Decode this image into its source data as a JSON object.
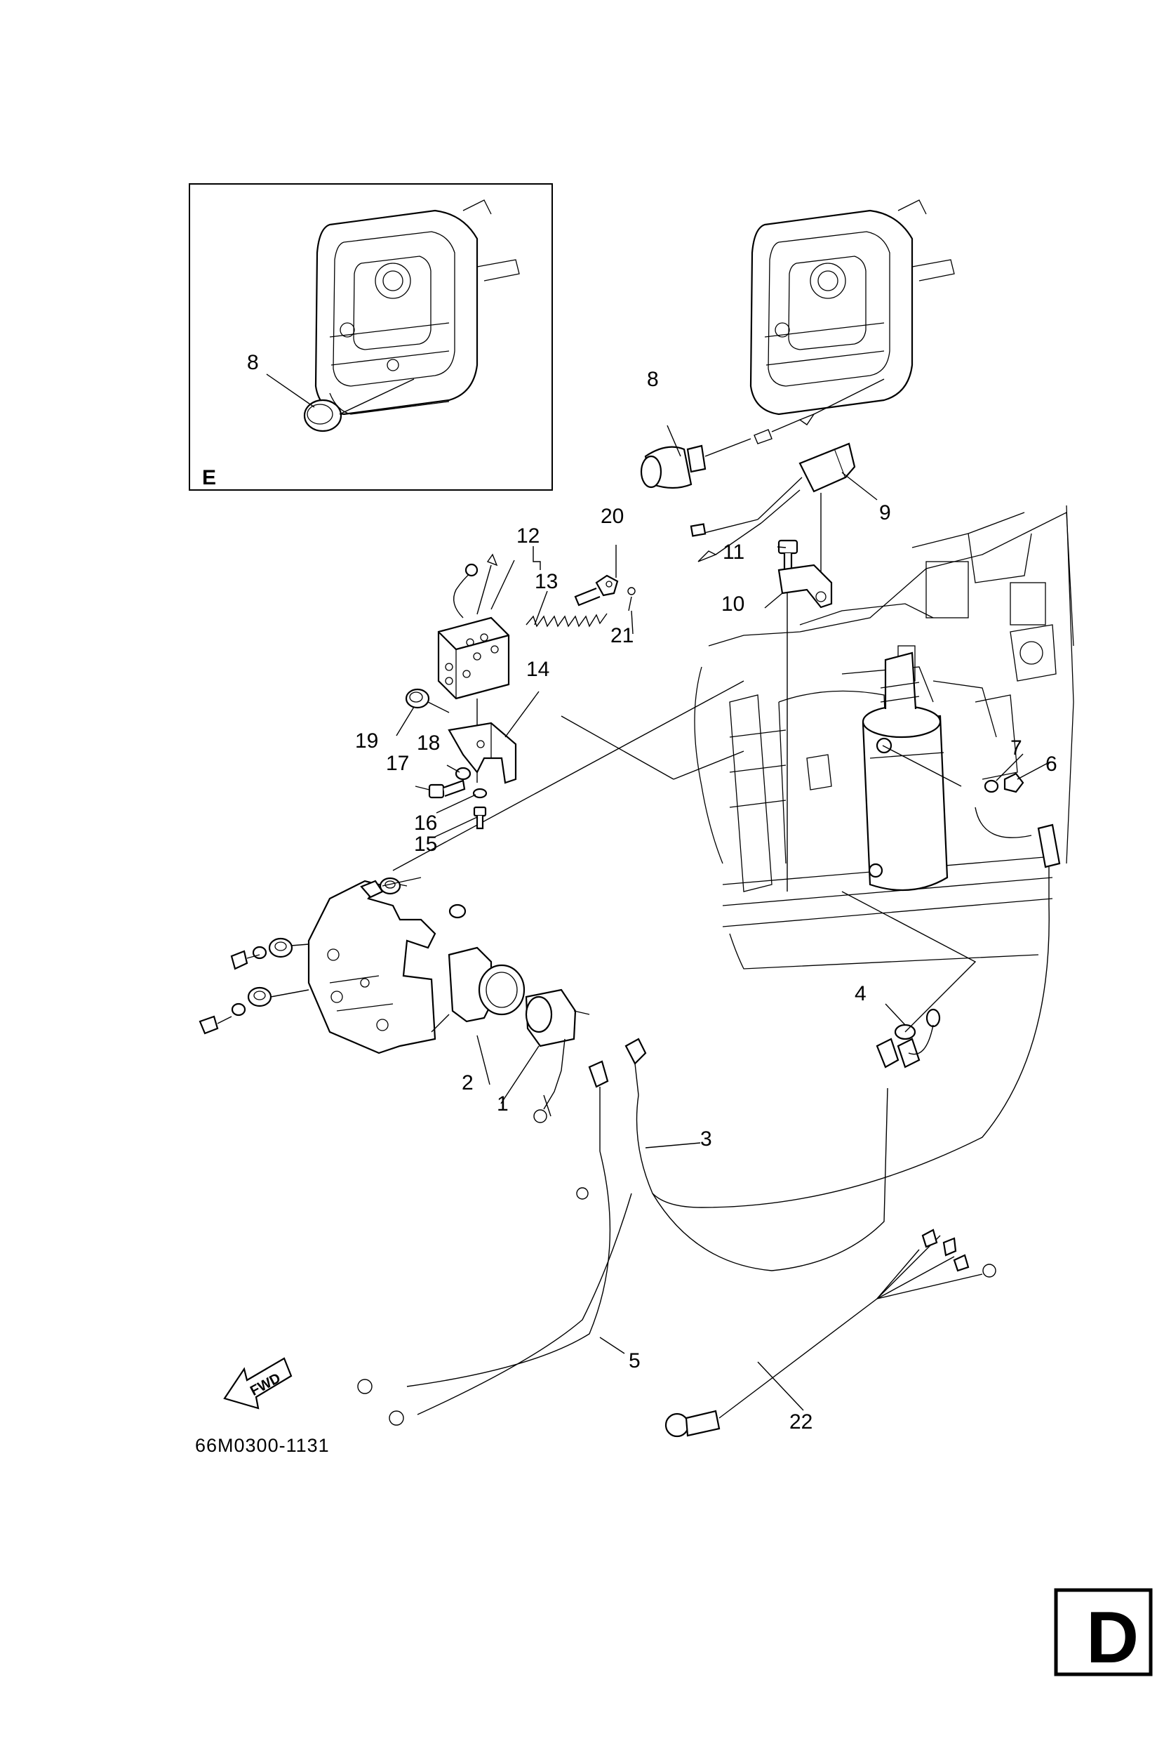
{
  "diagram": {
    "code": "66M0300-1131",
    "page_letter": "D",
    "inset_letter": "E",
    "fwd_label": "FWD",
    "callouts": {
      "c1": "1",
      "c2": "2",
      "c3": "3",
      "c4": "4",
      "c5": "5",
      "c6": "6",
      "c7": "7",
      "c8": "8",
      "c8_inset": "8",
      "c9": "9",
      "c10": "10",
      "c11": "11",
      "c12": "12",
      "c13": "13",
      "c14": "14",
      "c15": "15",
      "c16": "16",
      "c17": "17",
      "c18": "18",
      "c19": "19",
      "c20": "20",
      "c21": "21",
      "c22": "22"
    }
  }
}
